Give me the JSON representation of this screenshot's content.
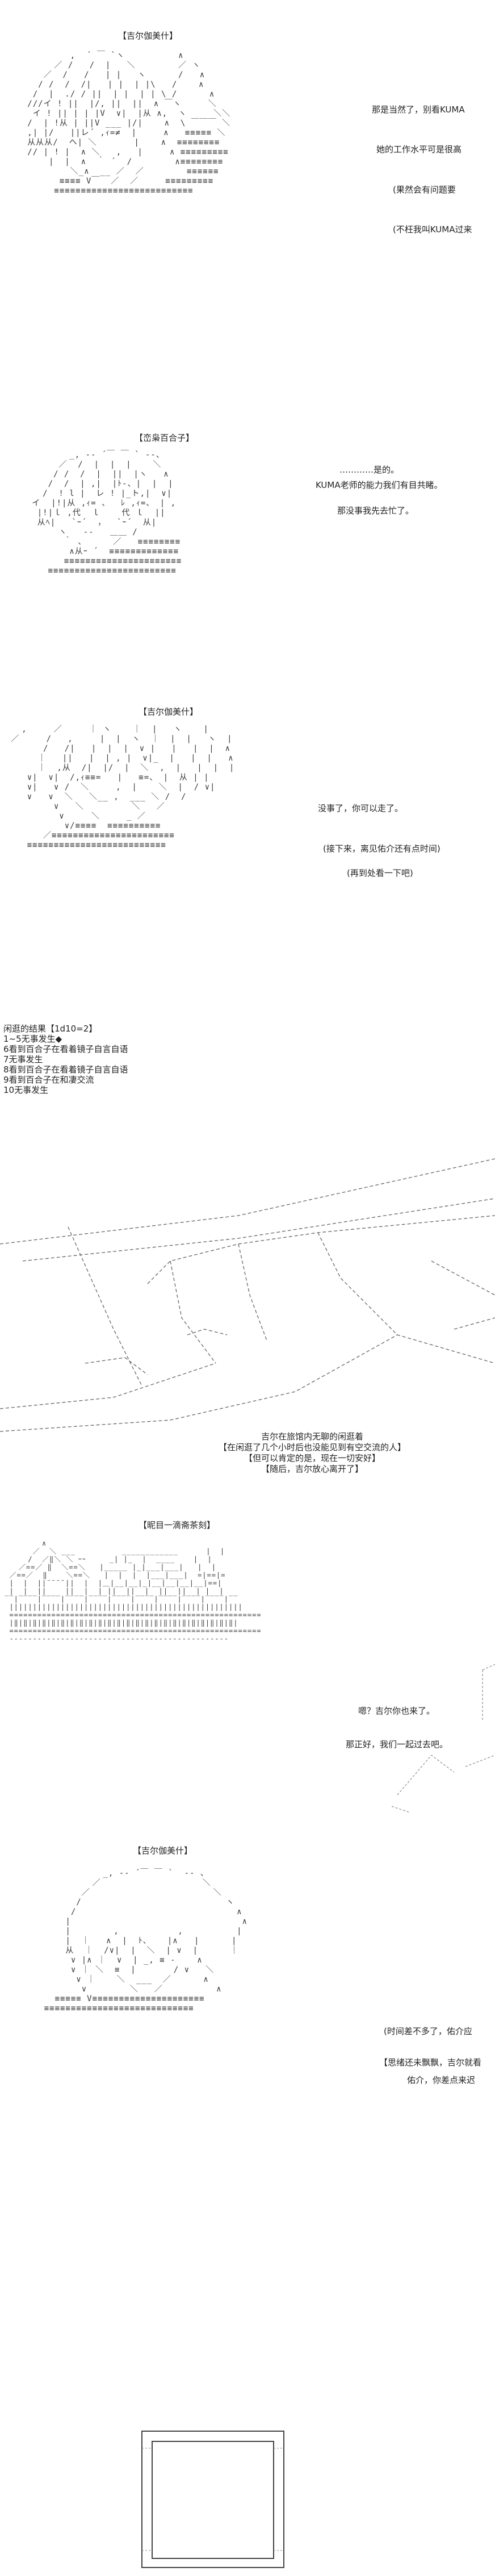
{
  "colors": {
    "ink": "#222222",
    "art": "#3a3a3a",
    "background": "#ffffff"
  },
  "panel1": {
    "tag": "【吉尔伽美什】",
    "lines": [
      "那是当然了，别看KUMA",
      "她的工作水平可是很高",
      "(果然会有问题要",
      "(不枉我叫KUMA过来"
    ]
  },
  "panel2": {
    "tag": "【峦枭百合子】",
    "lines": [
      "…………是的。",
      "KUMA老师的能力我们有目共睹。",
      "那没事我先去忙了。"
    ]
  },
  "panel3": {
    "tag": "【吉尔伽美什】",
    "lines": [
      "没事了，你可以走了。",
      "(接下来，离见佑介还有点时间)",
      "(再到处看一下吧)"
    ]
  },
  "rolls": {
    "header": "闲逛的结果【1d10=2】",
    "items": [
      "1~5无事发生◆",
      "6看到百合子在看着镜子自言自语",
      "7无事发生",
      "8看到百合子在看着镜子自言自语",
      "9看到百合子在和凄交流",
      "10无事发生"
    ]
  },
  "panel4": {
    "caption": [
      "吉尔在旅馆内无聊的闲逛着",
      "【在闲逛了几个小时后也没能见到有空交流的人】",
      "【但可以肯定的是，现在一切安好】",
      "【随后，吉尔放心离开了】"
    ]
  },
  "panel5": {
    "tag": "【昵目一滴斋茶刻】",
    "lines": [
      "嗯？吉尔你也来了。",
      "那正好，我们一起过去吧。"
    ]
  },
  "panel6": {
    "tag": "【吉尔伽美什】",
    "lines": [
      "(时间差不多了，佑介应",
      "【思绪还未飘飘，吉尔就看",
      "佑介，你差点来迟"
    ]
  }
}
